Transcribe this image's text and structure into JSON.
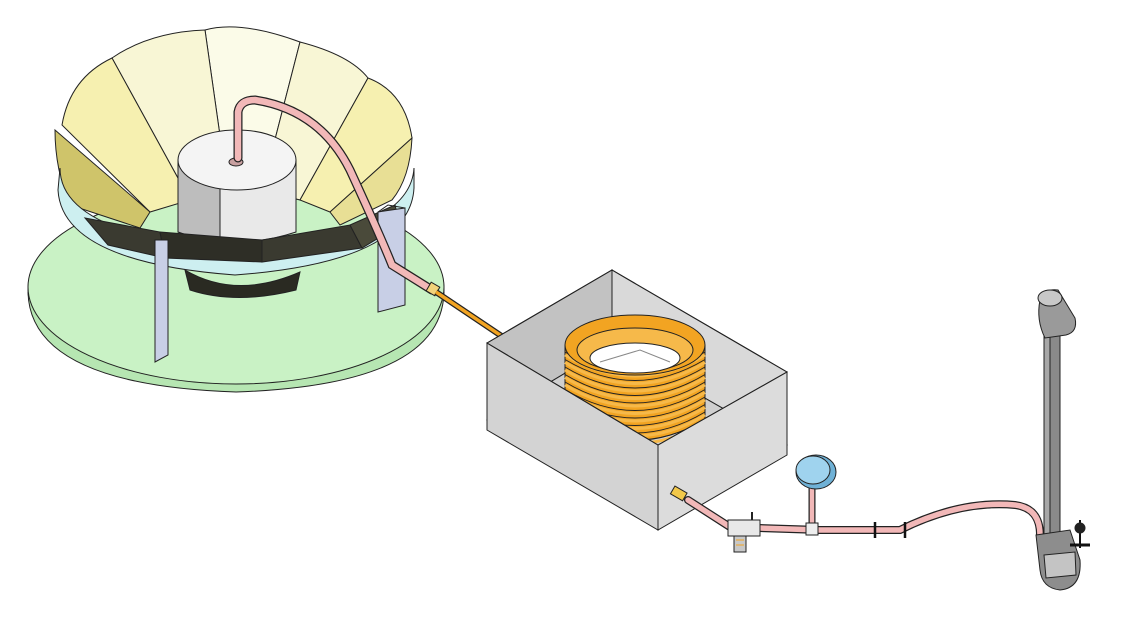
{
  "figure": {
    "kind": "cad-isometric-assembly",
    "components": [
      {
        "name": "solar-concentrator",
        "icon": "flower-reflector-icon"
      },
      {
        "name": "pressure-vessel",
        "icon": "cylinder-icon"
      },
      {
        "name": "flexible-hose",
        "icon": "hose-icon"
      },
      {
        "name": "copper-tube",
        "icon": "tube-icon"
      },
      {
        "name": "cooling-tank",
        "icon": "box-icon"
      },
      {
        "name": "condenser-coil",
        "icon": "coil-icon"
      },
      {
        "name": "drain-valve",
        "icon": "valve-icon"
      },
      {
        "name": "pressure-gauge",
        "icon": "gauge-icon"
      },
      {
        "name": "hand-pump",
        "icon": "pump-icon"
      }
    ]
  },
  "colors": {
    "base_disk": "#c9f2c5",
    "ring": "#cdeff0",
    "petal_pale": "#fbfbe8",
    "petal_yellow": "#f6f0b0",
    "petal_shadow": "#cfc46a",
    "vessel": "#e9e9e9",
    "hose": "#f2b8b8",
    "copper": "#f2a422",
    "tank": "#d3d3d3",
    "gauge_face": "#9fd3ee",
    "pump_body": "#8a8a8a",
    "outline": "#222222"
  }
}
